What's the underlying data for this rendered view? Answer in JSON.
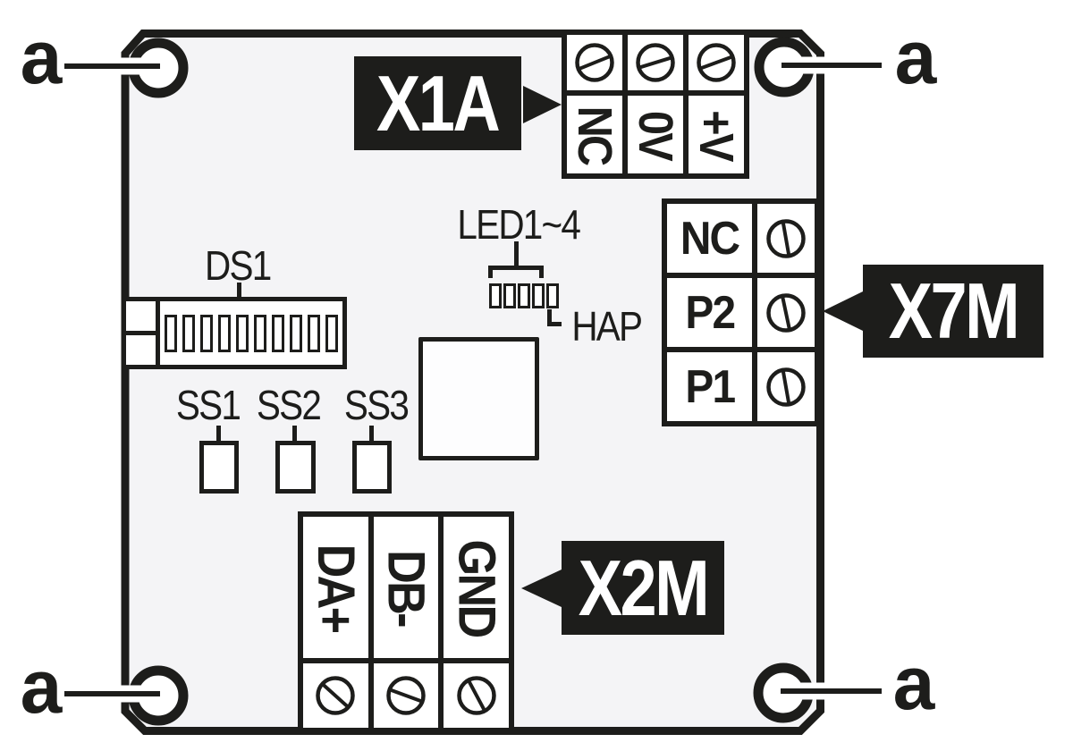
{
  "diagram": {
    "corner_label": "a",
    "connectors": {
      "x1a": {
        "label": "X1A",
        "terminals": [
          "NC",
          "0V",
          "+V"
        ]
      },
      "x7m": {
        "label": "X7M",
        "terminals": [
          "NC",
          "P2",
          "P1"
        ]
      },
      "x2m": {
        "label": "X2M",
        "terminals": [
          "DA+",
          "DB-",
          "GND"
        ]
      }
    },
    "components": {
      "dip_switch": {
        "label": "DS1",
        "switch_count": 10
      },
      "selector_switches": [
        {
          "label": "SS1"
        },
        {
          "label": "SS2"
        },
        {
          "label": "SS3"
        }
      ],
      "leds": {
        "label": "LED1~4",
        "count": 5
      },
      "service_led": {
        "label": "HAP"
      }
    },
    "colors": {
      "ink": "#1d1d1b",
      "board_fill": "#f4f4f6",
      "cell_fill": "#ffffff",
      "callout_bg": "#1d1d1b",
      "callout_text": "#ffffff"
    }
  }
}
